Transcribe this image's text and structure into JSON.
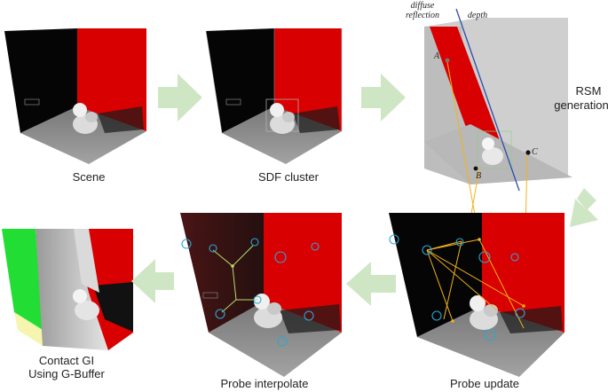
{
  "panels": {
    "scene": {
      "label": "Scene"
    },
    "sdf_cluster": {
      "label": "SDF cluster"
    },
    "rsm_generation": {
      "label_line1": "RSM",
      "label_line2": "generation"
    },
    "probe_update": {
      "label": "Probe update"
    },
    "probe_interpolate": {
      "label": "Probe interpolate"
    },
    "contact_gi": {
      "label_line1": "Contact GI",
      "label_line2": "Using G-Buffer"
    }
  },
  "rsm_annotations": {
    "diffuse_line1": "diffuse",
    "diffuse_line2": "reflection",
    "depth": "depth",
    "point_a": "A",
    "point_b": "B",
    "point_c": "C"
  },
  "colors": {
    "red_wall": "#d80000",
    "black_wall": "#050505",
    "floor": "#8e8e8e",
    "arrow": "#cfe6c4",
    "probe": "#2aa7d8",
    "ray": "#f2b21c",
    "green_wall": "#22dd33",
    "blue_line": "#2b4ea8"
  }
}
